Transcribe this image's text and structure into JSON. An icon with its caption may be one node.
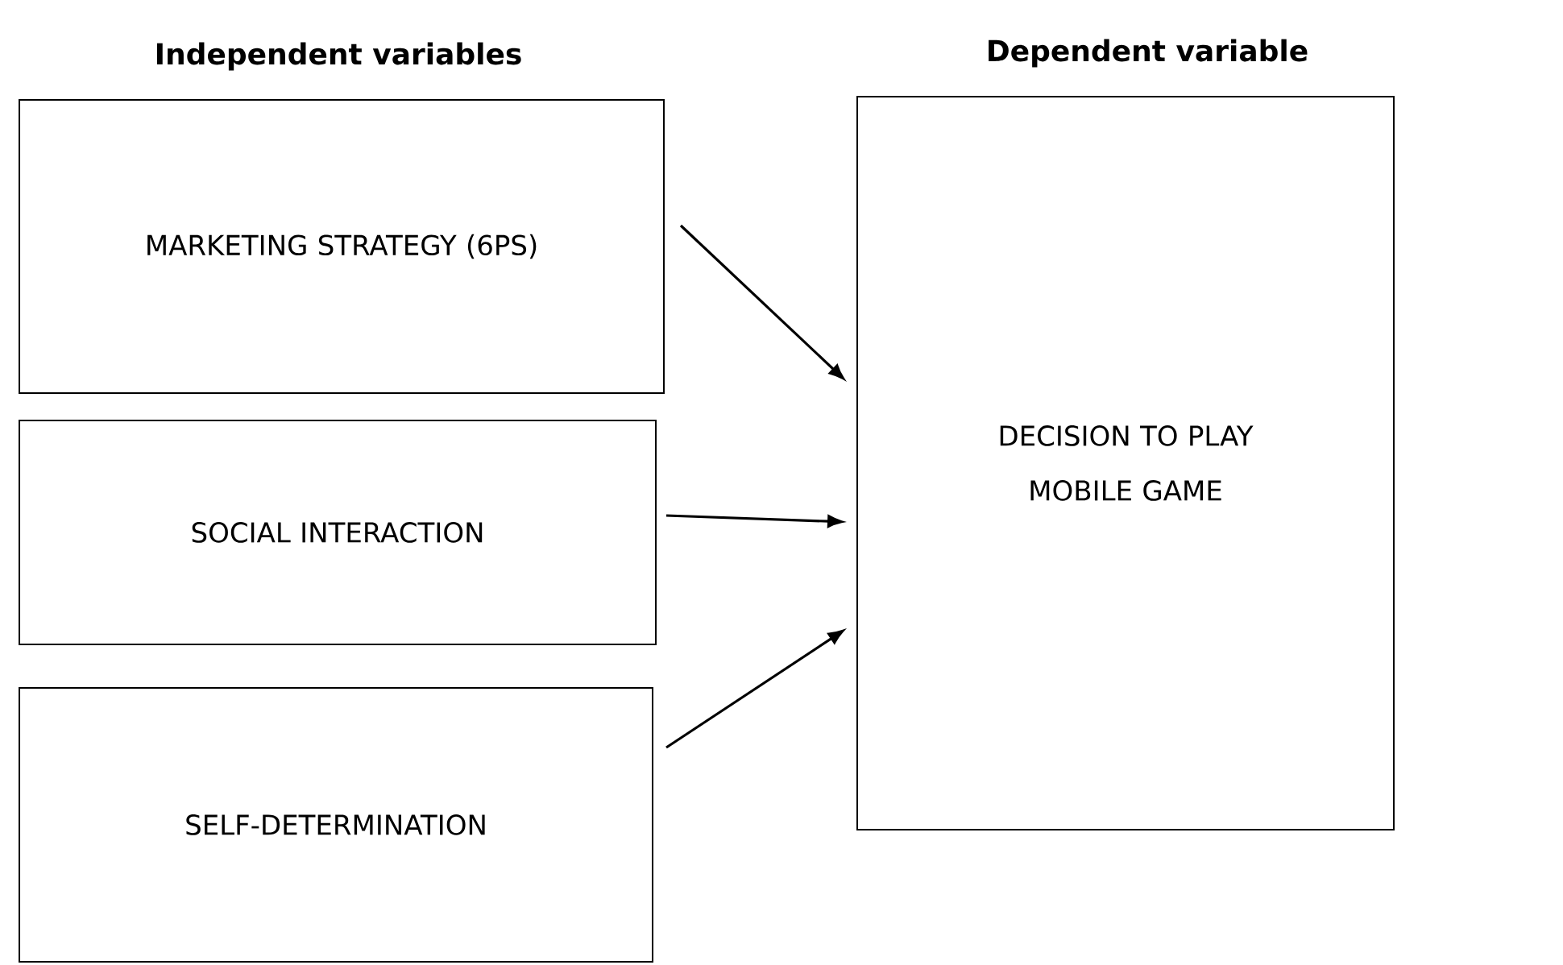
{
  "diagram": {
    "nodes": [
      {
        "text": [
          "MARKETING STRATEGY (6PS)"
        ]
      },
      {
        "text": [
          "SOCIAL INTERACTION"
        ]
      },
      {
        "text": [
          "SELF-DETERMINATION"
        ]
      },
      {
        "text": [
          "DECISION TO PLAY MOBILE GAME"
        ]
      }
    ],
    "edges": [
      {
        "from": 0,
        "to": 3,
        "arrow": "to"
      },
      {
        "from": 1,
        "to": 3,
        "arrow": "to"
      },
      {
        "from": 2,
        "to": 3,
        "arrow": "to"
      }
    ],
    "labels": [
      "Independent variables",
      "Dependent variable"
    ]
  }
}
